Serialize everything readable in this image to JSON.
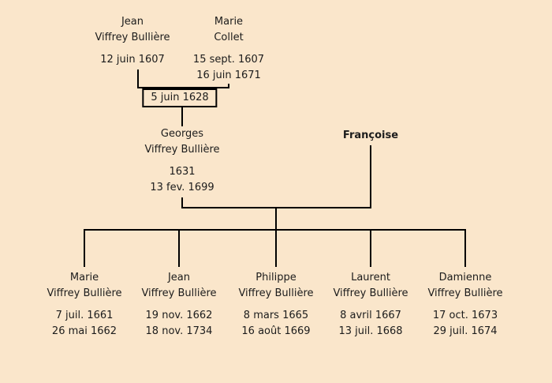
{
  "page": {
    "background": "#fae6cb",
    "line_color": "#000000",
    "text_color": "#1c1c1c"
  },
  "family": {
    "grandfather": {
      "first_name": "Jean",
      "last_name": "Viffrey Bullière",
      "birth": "12 juin 1607"
    },
    "grandmother": {
      "first_name": "Marie",
      "last_name": "Collet",
      "birth": "15 sept. 1607",
      "death": "16 juin 1671"
    },
    "grandparents_marriage_date": "5 juin 1628",
    "father": {
      "first_name": "Georges",
      "last_name": "Viffrey Bullière",
      "birth": "1631",
      "death": "13 fev. 1699"
    },
    "mother": {
      "first_name": "Françoise"
    },
    "children": [
      {
        "first_name": "Marie",
        "last_name": "Viffrey Bullière",
        "birth": "7 juil. 1661",
        "death": "26 mai 1662"
      },
      {
        "first_name": "Jean",
        "last_name": "Viffrey Bullière",
        "birth": "19 nov. 1662",
        "death": "18 nov. 1734"
      },
      {
        "first_name": "Philippe",
        "last_name": "Viffrey Bullière",
        "birth": "8 mars 1665",
        "death": "16 août 1669"
      },
      {
        "first_name": "Laurent",
        "last_name": "Viffrey Bullière",
        "birth": "8 avril 1667",
        "death": "13 juil. 1668"
      },
      {
        "first_name": "Damienne",
        "last_name": "Viffrey Bullière",
        "birth": "17 oct. 1673",
        "death": "29 juil. 1674"
      }
    ]
  }
}
